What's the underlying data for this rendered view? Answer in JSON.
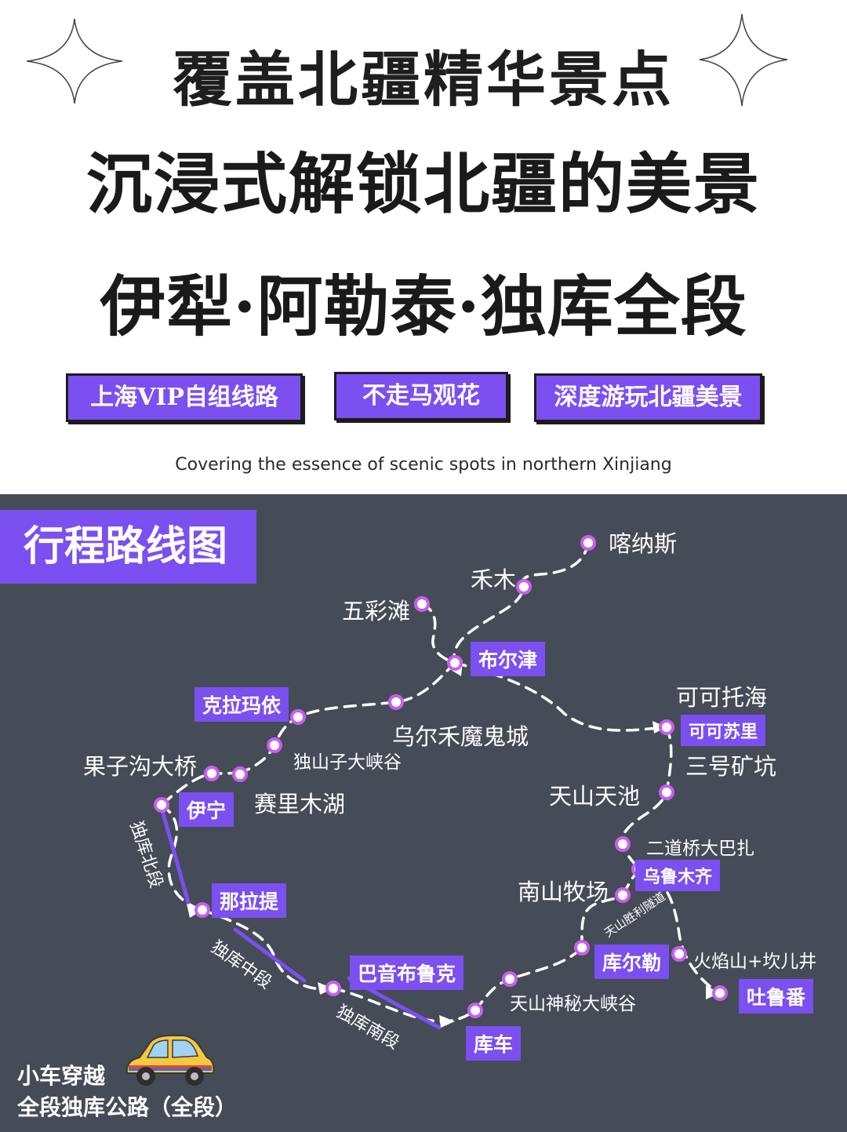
{
  "header": {
    "title_line1": "覆盖北疆精华景点",
    "title_line2": "沉浸式解锁北疆的美景",
    "title_line3": "伊犁·阿勒泰·独库全段",
    "tags": [
      "上海VIP自组线路",
      "不走马观花",
      "深度游玩北疆美景"
    ],
    "subtitle": "Covering the essence of scenic spots in northern Xinjiang"
  },
  "map": {
    "heading": "行程路线图",
    "places": {
      "kanas": "喀纳斯",
      "hemu": "禾木",
      "wucaitan": "五彩滩",
      "burqin": "布尔津",
      "keketuohai": "可可托海",
      "kokesu": "可可苏里",
      "karamay": "克拉玛依",
      "wuerhe": "乌尔禾魔鬼城",
      "dushanzi": "独山子大峡谷",
      "kuoziguo": "果子沟大桥",
      "sayram": "赛里木湖",
      "yining": "伊宁",
      "sanhao": "三号矿坑",
      "tianchi": "天山天池",
      "erdaoqiao": "二道桥大巴扎",
      "urumqi": "乌鲁木齐",
      "nanshan": "南山牧场",
      "tunnel": "天山胜利隧道",
      "korla": "库尔勒",
      "huoyan": "火焰山+坎儿井",
      "turpan": "吐鲁番",
      "nalati": "那拉提",
      "bayinbuluke": "巴音布鲁克",
      "kuqa": "库车",
      "shenmi": "天山神秘大峡谷"
    },
    "segments": {
      "north": "独库北段",
      "middle": "独库中段",
      "south": "独库南段"
    }
  },
  "footer": {
    "line1": "小车穿越",
    "line2": "全段独库公路（全段）"
  },
  "colors": {
    "accent": "#7b4ff0",
    "map_bg": "#454b57",
    "dot_ring": "#c85ef0",
    "car_body": "#f5c842"
  }
}
